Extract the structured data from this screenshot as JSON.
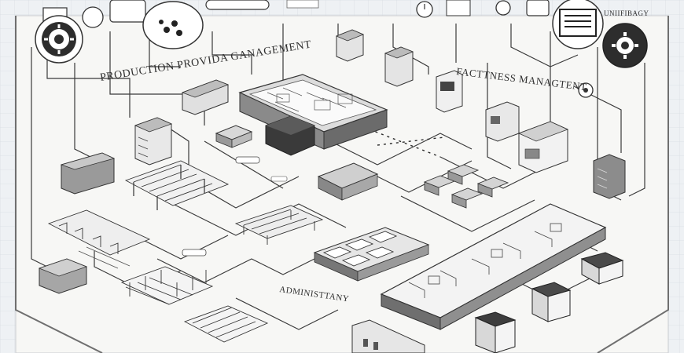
{
  "labels": {
    "production": "PRODUCTION PROVIDA GANAGEMENT",
    "facilities": "FACTTNESS MANAGTENT",
    "administration": "ADMINISTTANY",
    "top_right": "UNIIFIBAGY"
  },
  "icons": {
    "gear_left": "gear-icon",
    "gear_right": "gear-icon",
    "cloud": "cloud-icon",
    "monitor": "monitor-icon"
  },
  "colors": {
    "background": "#eef1f4",
    "panel": "#f7f7f5",
    "ink": "#2f2f2f",
    "wall": "#6b6b6b",
    "dark": "#3a3a3a"
  }
}
